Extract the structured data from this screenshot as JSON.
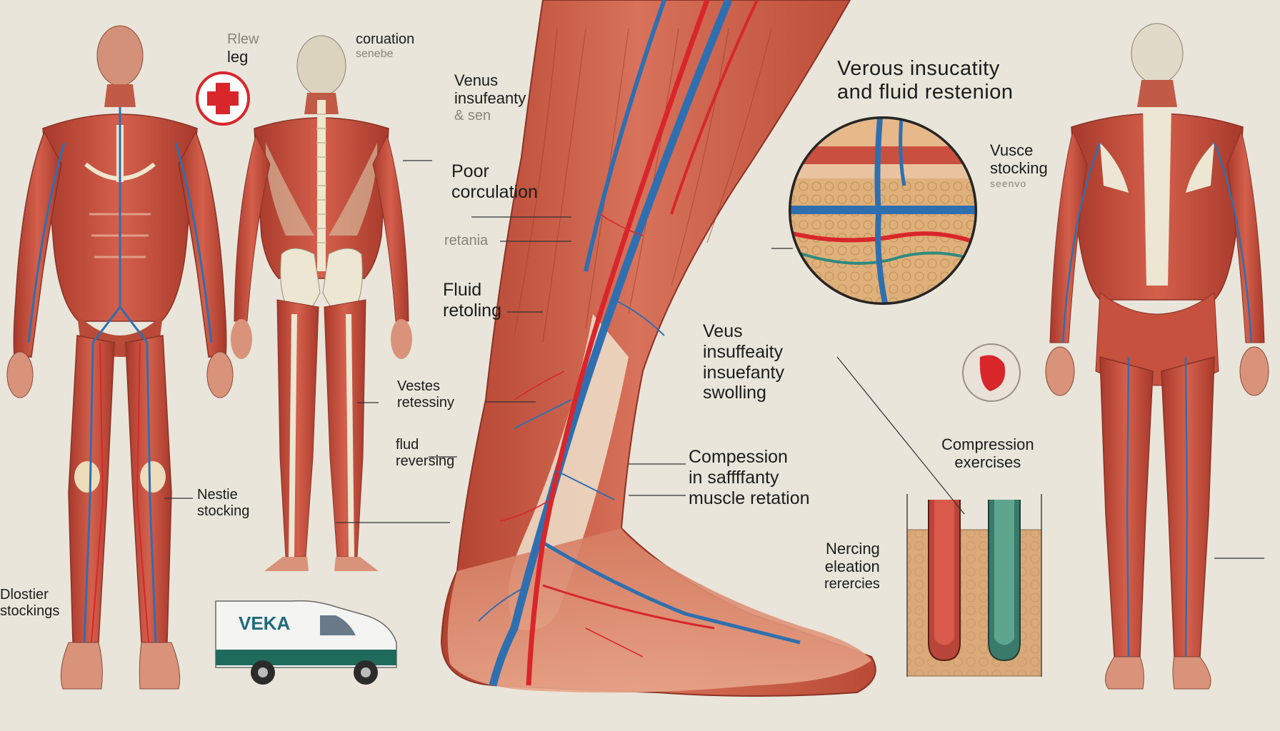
{
  "title": {
    "line1": "Verous insucatity",
    "line2": "and fluid restenion"
  },
  "labels": {
    "top_leg": {
      "l1": "Rlew",
      "l2": "leg"
    },
    "coruation": {
      "l1": "coruation",
      "l2": "senebe"
    },
    "venous_insuff_1": {
      "l1": "Venus",
      "l2": "insufeanty",
      "l3": "& sen"
    },
    "poor_circulation": {
      "l1": "Poor",
      "l2": "corculation"
    },
    "retania": "retania",
    "fluid_retoling": {
      "l1": "Fluid",
      "l2": "retoling"
    },
    "vestes": {
      "l1": "Vestes",
      "l2": "retessiny"
    },
    "flud_reversing": {
      "l1": "flud",
      "l2": "reversing"
    },
    "nestie_stocking": {
      "l1": "Nestie",
      "l2": "stocking"
    },
    "dlostier_stockings": {
      "l1": "Dlostier",
      "l2": "stockings"
    },
    "venus_swolling": {
      "l1": "Veus",
      "l2": "insuffeaity",
      "l3": "insuefanty",
      "l4": "swolling"
    },
    "compession": {
      "l1": "Compession",
      "l2": "in saffffanty",
      "l3": "muscle retation"
    },
    "nercing": {
      "l1": "Nercing",
      "l2": "eleation",
      "l3": "rerercies"
    },
    "vusce_stocking": {
      "l1": "Vusce",
      "l2": "stocking",
      "l3": "seenvo"
    },
    "compression_exercises": {
      "l1": "Compression",
      "l2": "exercises"
    },
    "van_brand": "VEKA"
  },
  "colors": {
    "background": "#e9e5da",
    "muscle": "#c9503f",
    "muscle_dark": "#9e3126",
    "vein": "#2f6fb0",
    "artery": "#d8262b",
    "bone": "#ece6d2",
    "skin": "#dea27f",
    "fat": "#dcae74",
    "red_cross": "#d9262b"
  }
}
